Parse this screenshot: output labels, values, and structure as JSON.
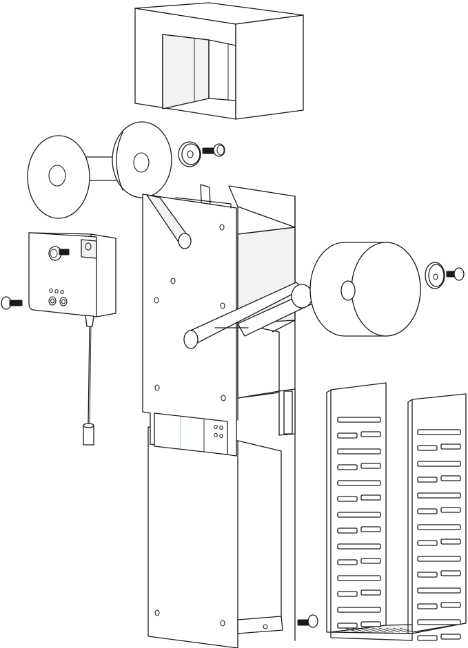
{
  "colors": {
    "line": "#1a1a1a",
    "face": "#ffffff",
    "shade": "#f2f2f2",
    "dark": "#1a1a1a",
    "accent": "#7fbfbf"
  },
  "parts": [
    {
      "id": "top-cover",
      "kind": "cover"
    },
    {
      "id": "supply-spool",
      "kind": "spool"
    },
    {
      "id": "spool-washer",
      "kind": "washer"
    },
    {
      "id": "control-box",
      "kind": "enclosure"
    },
    {
      "id": "main-frame",
      "kind": "plate"
    },
    {
      "id": "take-up-roll",
      "kind": "roll"
    },
    {
      "id": "roll-washer",
      "kind": "washer"
    },
    {
      "id": "vented-bracket",
      "kind": "bracket"
    },
    {
      "id": "thumb-screws",
      "kind": "fastener",
      "count": 4
    }
  ],
  "bracket": {
    "left_slot_rows": 14,
    "right_slot_rows": 14
  }
}
